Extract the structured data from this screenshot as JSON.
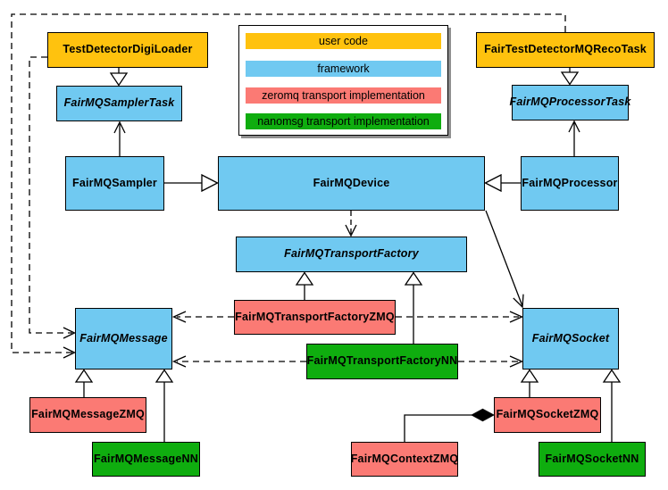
{
  "diagram": {
    "legend": {
      "items": [
        {
          "label": "user code",
          "color": "#FFC20E",
          "category": "user"
        },
        {
          "label": "framework",
          "color": "#70C9F1",
          "category": "framework"
        },
        {
          "label": "zeromq transport implementation",
          "color": "#FB7A74",
          "category": "zeromq"
        },
        {
          "label": "nanomsg transport implementation",
          "color": "#0FAD0F",
          "category": "nanomsg"
        }
      ]
    },
    "nodes": {
      "testDetectorDigiLoader": {
        "label": "TestDetectorDigiLoader",
        "category": "user",
        "abstract": false
      },
      "fairTestDetectorMQRecoTask": {
        "label": "FairTestDetectorMQRecoTask",
        "category": "user",
        "abstract": false
      },
      "fairMQSamplerTask": {
        "label": "FairMQSamplerTask",
        "category": "framework",
        "abstract": true
      },
      "fairMQProcessorTask": {
        "label": "FairMQProcessorTask",
        "category": "framework",
        "abstract": true
      },
      "fairMQSampler": {
        "label": "FairMQSampler",
        "category": "framework",
        "abstract": false
      },
      "fairMQDevice": {
        "label": "FairMQDevice",
        "category": "framework",
        "abstract": false
      },
      "fairMQProcessor": {
        "label": "FairMQProcessor",
        "category": "framework",
        "abstract": false
      },
      "fairMQTransportFactory": {
        "label": "FairMQTransportFactory",
        "category": "framework",
        "abstract": true
      },
      "fairMQTransportFactoryZMQ": {
        "label": "FairMQTransportFactoryZMQ",
        "category": "zeromq",
        "abstract": false
      },
      "fairMQTransportFactoryNN": {
        "label": "FairMQTransportFactoryNN",
        "category": "nanomsg",
        "abstract": false
      },
      "fairMQMessage": {
        "label": "FairMQMessage",
        "category": "framework",
        "abstract": true
      },
      "fairMQSocket": {
        "label": "FairMQSocket",
        "category": "framework",
        "abstract": true
      },
      "fairMQMessageZMQ": {
        "label": "FairMQMessageZMQ",
        "category": "zeromq",
        "abstract": false
      },
      "fairMQMessageNN": {
        "label": "FairMQMessageNN",
        "category": "nanomsg",
        "abstract": false
      },
      "fairMQContextZMQ": {
        "label": "FairMQContextZMQ",
        "category": "zeromq",
        "abstract": false
      },
      "fairMQSocketZMQ": {
        "label": "FairMQSocketZMQ",
        "category": "zeromq",
        "abstract": false
      },
      "fairMQSocketNN": {
        "label": "FairMQSocketNN",
        "category": "nanomsg",
        "abstract": false
      }
    },
    "relationships": [
      {
        "from": "testDetectorDigiLoader",
        "to": "fairMQSamplerTask",
        "type": "inheritance"
      },
      {
        "from": "fairTestDetectorMQRecoTask",
        "to": "fairMQProcessorTask",
        "type": "inheritance"
      },
      {
        "from": "fairMQSampler",
        "to": "fairMQDevice",
        "type": "inheritance"
      },
      {
        "from": "fairMQProcessor",
        "to": "fairMQDevice",
        "type": "inheritance"
      },
      {
        "from": "fairMQSampler",
        "to": "fairMQSamplerTask",
        "type": "association"
      },
      {
        "from": "fairMQProcessor",
        "to": "fairMQProcessorTask",
        "type": "association"
      },
      {
        "from": "fairMQDevice",
        "to": "fairMQTransportFactory",
        "type": "dependency"
      },
      {
        "from": "fairMQDevice",
        "to": "fairMQSocket",
        "type": "association"
      },
      {
        "from": "fairMQTransportFactoryZMQ",
        "to": "fairMQTransportFactory",
        "type": "inheritance"
      },
      {
        "from": "fairMQTransportFactoryNN",
        "to": "fairMQTransportFactory",
        "type": "inheritance"
      },
      {
        "from": "fairMQTransportFactoryZMQ",
        "to": "fairMQMessage",
        "type": "dependency"
      },
      {
        "from": "fairMQTransportFactoryZMQ",
        "to": "fairMQSocket",
        "type": "dependency"
      },
      {
        "from": "fairMQTransportFactoryNN",
        "to": "fairMQMessage",
        "type": "dependency"
      },
      {
        "from": "fairMQTransportFactoryNN",
        "to": "fairMQSocket",
        "type": "dependency"
      },
      {
        "from": "fairMQMessageZMQ",
        "to": "fairMQMessage",
        "type": "inheritance"
      },
      {
        "from": "fairMQMessageNN",
        "to": "fairMQMessage",
        "type": "inheritance"
      },
      {
        "from": "fairMQSocketZMQ",
        "to": "fairMQSocket",
        "type": "inheritance"
      },
      {
        "from": "fairMQSocketNN",
        "to": "fairMQSocket",
        "type": "inheritance"
      },
      {
        "from": "fairMQContextZMQ",
        "to": "fairMQSocketZMQ",
        "type": "composition"
      },
      {
        "from": "testDetectorDigiLoader",
        "to": "fairMQMessage",
        "type": "dependency"
      },
      {
        "from": "fairTestDetectorMQRecoTask",
        "to": "fairMQMessage",
        "type": "dependency"
      }
    ]
  }
}
